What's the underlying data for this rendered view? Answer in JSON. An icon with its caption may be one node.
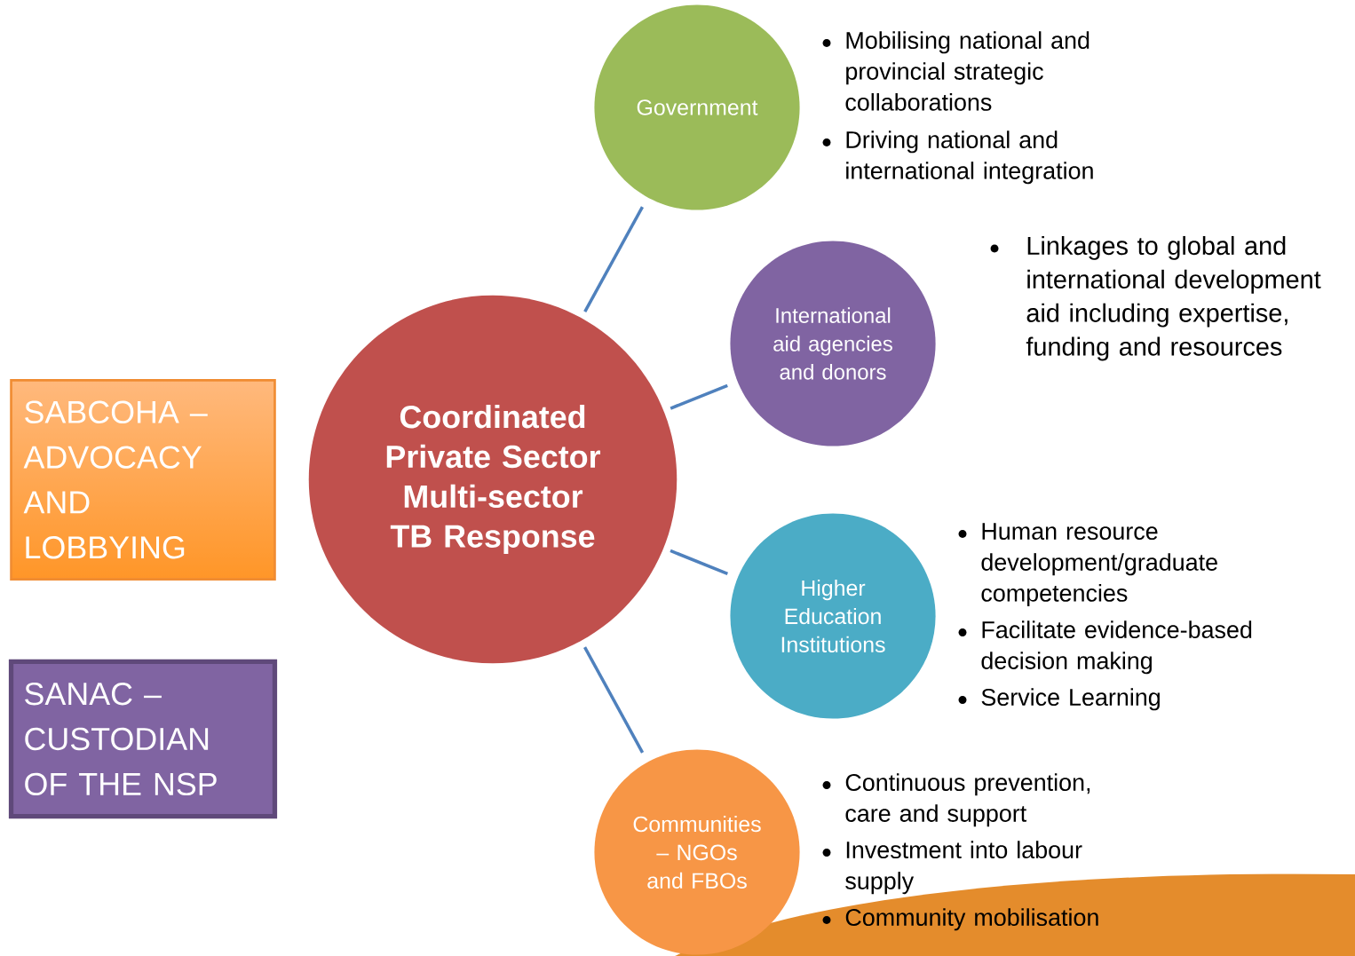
{
  "diagram": {
    "nodes": [
      {
        "text": [
          "Coordinated Private Sector Multi-sector TB Response"
        ]
      },
      {
        "text": [
          "Government"
        ],
        "beside": [
          "Mobilising national and provincial strategic collaborations",
          "Driving national and international integration"
        ]
      },
      {
        "text": [
          "International aid agencies and donors"
        ],
        "beside": [
          "Linkages to global and international development aid including expertise, funding and resources"
        ]
      },
      {
        "text": [
          "Higher Education Institutions"
        ],
        "beside": [
          "Human resource development/graduate competencies",
          "Facilitate evidence-based decision making",
          "Service Learning"
        ]
      },
      {
        "text": [
          "Communities – NGOs and FBOs"
        ],
        "beside": [
          "Continuous prevention, care and support",
          "Investment into labour supply",
          "Community mobilisation"
        ]
      },
      {
        "text": [
          "SABCOHA – ADVOCACY AND LOBBYING"
        ]
      },
      {
        "text": [
          "SANAC – CUSTODIAN OF THE NSP"
        ]
      }
    ],
    "edges": [
      {
        "from": 0,
        "to": 1,
        "arrow": "none"
      },
      {
        "from": 0,
        "to": 2,
        "arrow": "none"
      },
      {
        "from": 0,
        "to": 3,
        "arrow": "none"
      },
      {
        "from": 0,
        "to": 4,
        "arrow": "none"
      }
    ]
  }
}
